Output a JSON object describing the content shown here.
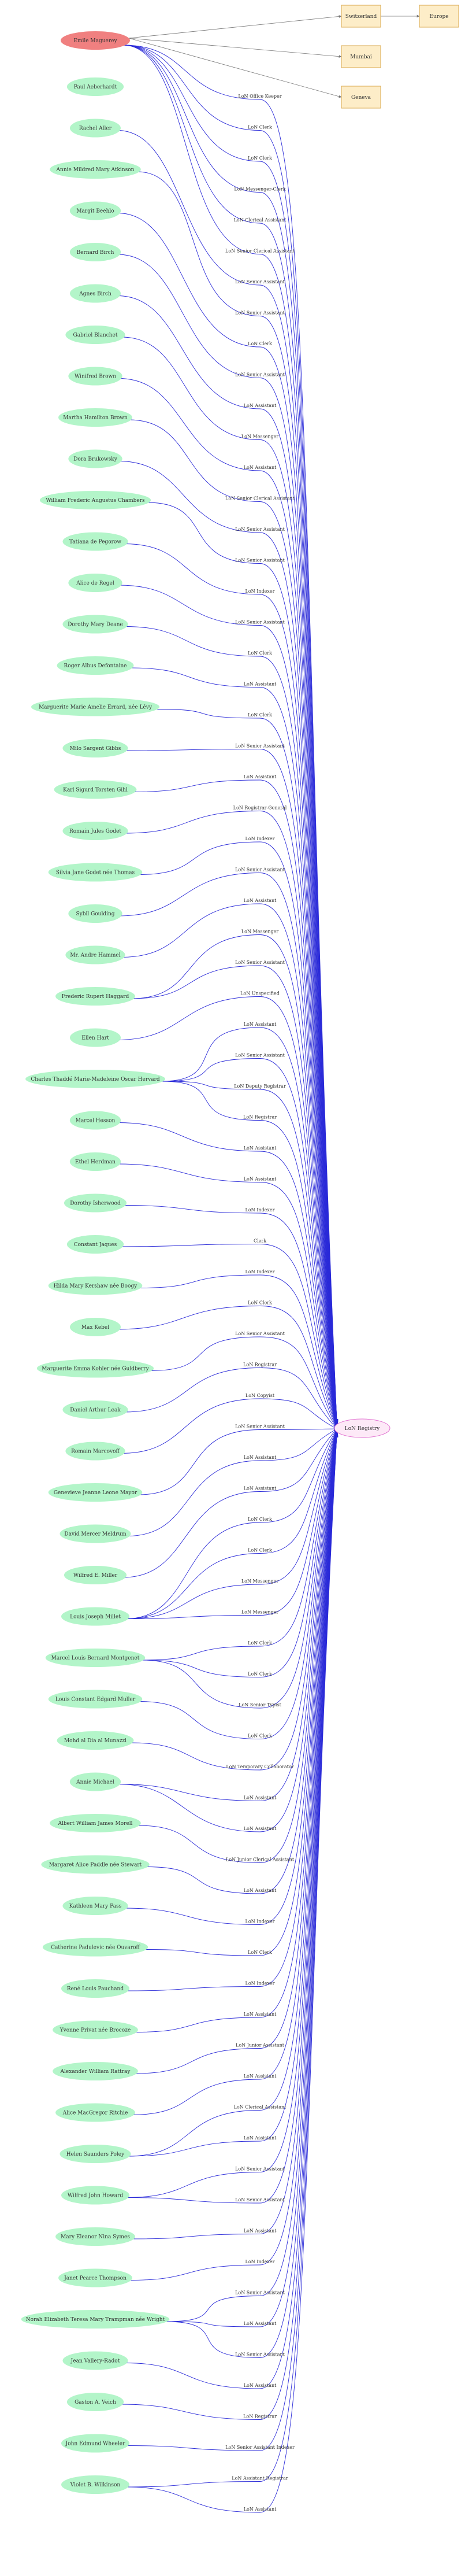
{
  "colors": {
    "person_fill": "#b3f5c9",
    "central_person_fill": "#f08080",
    "registry_fill": "#fde9f7",
    "registry_stroke": "#e06fd0",
    "place_fill": "#fdedc8",
    "place_stroke": "#d9a84e",
    "edge_blue": "#2a2ad8",
    "edge_gray": "#777777",
    "text": "#333333"
  },
  "central_person": "Emile Maguerey",
  "registry": "LoN Registry",
  "places": [
    "Switzerland",
    "Europe",
    "Mumbai",
    "Geneva"
  ],
  "place_edges": [
    {
      "from": "Emile Maguerey",
      "to": "Switzerland"
    },
    {
      "from": "Emile Maguerey",
      "to": "Mumbai"
    },
    {
      "from": "Emile Maguerey",
      "to": "Geneva"
    },
    {
      "from": "Switzerland",
      "to": "Europe"
    }
  ],
  "central_edges": [
    "LoN Office Keeper",
    "LoN Clerk",
    "LoN Clerk",
    "LoN Messenger-Clerk",
    "LoN Clerical Assistant",
    "LoN Senior Clerical Assistant"
  ],
  "people": [
    {
      "name": "Paul Aeberhardt",
      "roles": []
    },
    {
      "name": "Rachel Aller",
      "roles": [
        "LoN Senior Assistant"
      ]
    },
    {
      "name": "Annie Mildred Mary Atkinson",
      "roles": [
        "LoN Senior Assistant"
      ]
    },
    {
      "name": "Margit Beehlo",
      "roles": [
        "LoN Clerk"
      ]
    },
    {
      "name": "Bernard Birch",
      "roles": [
        "LoN Senior Assistant"
      ]
    },
    {
      "name": "Agnes Birch",
      "roles": [
        "LoN Assistant"
      ]
    },
    {
      "name": "Gabriel Blanchet",
      "roles": [
        "LoN Messenger"
      ]
    },
    {
      "name": "Winifred Brown",
      "roles": [
        "LoN Assistant"
      ]
    },
    {
      "name": "Martha Hamilton Brown",
      "roles": [
        "LoN Senior Clerical Assistant"
      ]
    },
    {
      "name": "Dora Brukowsky",
      "roles": [
        "LoN Senior Assistant"
      ]
    },
    {
      "name": "William Frederic Augustus Chambers",
      "roles": [
        "LoN Senior Assistant"
      ]
    },
    {
      "name": "Tatiana de Pegorow",
      "roles": [
        "LoN Indexer"
      ]
    },
    {
      "name": "Alice de Regel",
      "roles": [
        "LoN Senior Assistant"
      ]
    },
    {
      "name": "Dorothy Mary Deane",
      "roles": [
        "LoN Clerk"
      ]
    },
    {
      "name": "Roger Albus Defontaine",
      "roles": [
        "LoN Assistant"
      ]
    },
    {
      "name": "Marguerite Marie Amelie Errard, née Lévy",
      "roles": [
        "LoN Clerk"
      ]
    },
    {
      "name": "Milo Sargent Gibbs",
      "roles": [
        "LoN Senior Assistant"
      ]
    },
    {
      "name": "Karl Sigurd Torsten Gihl",
      "roles": [
        "LoN Assistant"
      ]
    },
    {
      "name": "Romain Jules Godet",
      "roles": [
        "LoN Registrar-General"
      ]
    },
    {
      "name": "Silvia Jane Godet née Thomas",
      "roles": [
        "LoN Indexer"
      ]
    },
    {
      "name": "Sybil Goulding",
      "roles": [
        "LoN Senior Assistant"
      ]
    },
    {
      "name": "Mr. Andre Hammel",
      "roles": [
        "LoN Assistant"
      ]
    },
    {
      "name": "Frederic Rupert Haggard",
      "roles": [
        "LoN Messenger",
        "LoN Senior Assistant"
      ]
    },
    {
      "name": "Ellen Hart",
      "roles": [
        "LoN Unspecified"
      ]
    },
    {
      "name": "Charles Thaddé Marie-Madeleine Oscar Hervard",
      "roles": [
        "LoN Assistant",
        "LoN Senior Assistant",
        "LoN Deputy Registrar",
        "LoN Registrar"
      ]
    },
    {
      "name": "Marcel Hesson",
      "roles": [
        "LoN Assistant"
      ]
    },
    {
      "name": "Ethel Herdman",
      "roles": [
        "LoN Assistant"
      ]
    },
    {
      "name": "Dorothy Isherwood",
      "roles": [
        "LoN Indexer"
      ]
    },
    {
      "name": "Constant Jaques",
      "roles": [
        "Clerk"
      ]
    },
    {
      "name": "Hilda Mary Kershaw née Boogy",
      "roles": [
        "LoN Indexer"
      ]
    },
    {
      "name": "Max Kebel",
      "roles": [
        "LoN Clerk"
      ]
    },
    {
      "name": "Marguerite Emma Kohler née Guldberry",
      "roles": [
        "LoN Senior Assistant"
      ]
    },
    {
      "name": "Daniel Arthur Leak",
      "roles": [
        "LoN Registrar"
      ]
    },
    {
      "name": "Romain Marcovoff",
      "roles": [
        "LoN Copyist"
      ]
    },
    {
      "name": "Genevieve Jeanne Leone Mayor",
      "roles": [
        "LoN Senior Assistant"
      ]
    },
    {
      "name": "David Mercer Meldrum",
      "roles": [
        "LoN Assistant"
      ]
    },
    {
      "name": "Wilfred E. Miller",
      "roles": [
        "LoN Assistant"
      ]
    },
    {
      "name": "Louis Joseph Millet",
      "roles": [
        "LoN Clerk",
        "LoN Clerk",
        "LoN Messenger",
        "LoN Messenger"
      ]
    },
    {
      "name": "Marcel Louis Bernard Montgenet",
      "roles": [
        "LoN Clerk",
        "LoN Clerk",
        "LoN Senior Typist"
      ]
    },
    {
      "name": "Louis Constant Edgard Muller",
      "roles": [
        "LoN Clerk"
      ]
    },
    {
      "name": "Mohd al Dia al Munazzi",
      "roles": [
        "LoN Temporary Collaborator"
      ]
    },
    {
      "name": "Annie Michael",
      "roles": [
        "LoN Assistant",
        "LoN Assistant"
      ]
    },
    {
      "name": "Albert William James Morell",
      "roles": [
        "LoN Junior Clerical Assistant"
      ]
    },
    {
      "name": "Margaret Alice Paddle née Stewart",
      "roles": [
        "LoN Assistant"
      ]
    },
    {
      "name": "Kathleen Mary Pass",
      "roles": [
        "LoN Indexer"
      ]
    },
    {
      "name": "Catherine Padulevic née Ouvaroff",
      "roles": [
        "LoN Clerk"
      ]
    },
    {
      "name": "René Louis Pauchand",
      "roles": [
        "LoN Indexer"
      ]
    },
    {
      "name": "Yvonne Privat née Brocoze",
      "roles": [
        "LoN Assistant"
      ]
    },
    {
      "name": "Alexander William Rattray",
      "roles": [
        "LoN Junior Assistant"
      ]
    },
    {
      "name": "Alice MacGregor Ritchie",
      "roles": [
        "LoN Assistant"
      ]
    },
    {
      "name": "Helen Saunders Poley",
      "roles": [
        "LoN Clerical Assistant",
        "LoN Assistant"
      ]
    },
    {
      "name": "Wilfred John Howard",
      "roles": [
        "LoN Senior Assistant",
        "LoN Senior Assistant"
      ]
    },
    {
      "name": "Mary Eleanor Nina Symes",
      "roles": [
        "LoN Assistant"
      ]
    },
    {
      "name": "Janet Pearce Thompson",
      "roles": [
        "LoN Indexer"
      ]
    },
    {
      "name": "Norah Elizabeth Teresa Mary Trampman née Wright",
      "roles": [
        "LoN Senior Assistant",
        "LoN Assistant",
        "LoN Senior Assistant"
      ]
    },
    {
      "name": "Jean Vallery-Radot",
      "roles": [
        "LoN Assistant"
      ]
    },
    {
      "name": "Gaston A. Veich",
      "roles": [
        "LoN Registrar"
      ]
    },
    {
      "name": "John Edmund Wheeler",
      "roles": [
        "LoN Senior Assistant Indexer"
      ]
    },
    {
      "name": "Violet B. Wilkinson",
      "roles": [
        "LoN Assistant Registrar",
        "LoN Assistant"
      ]
    }
  ]
}
